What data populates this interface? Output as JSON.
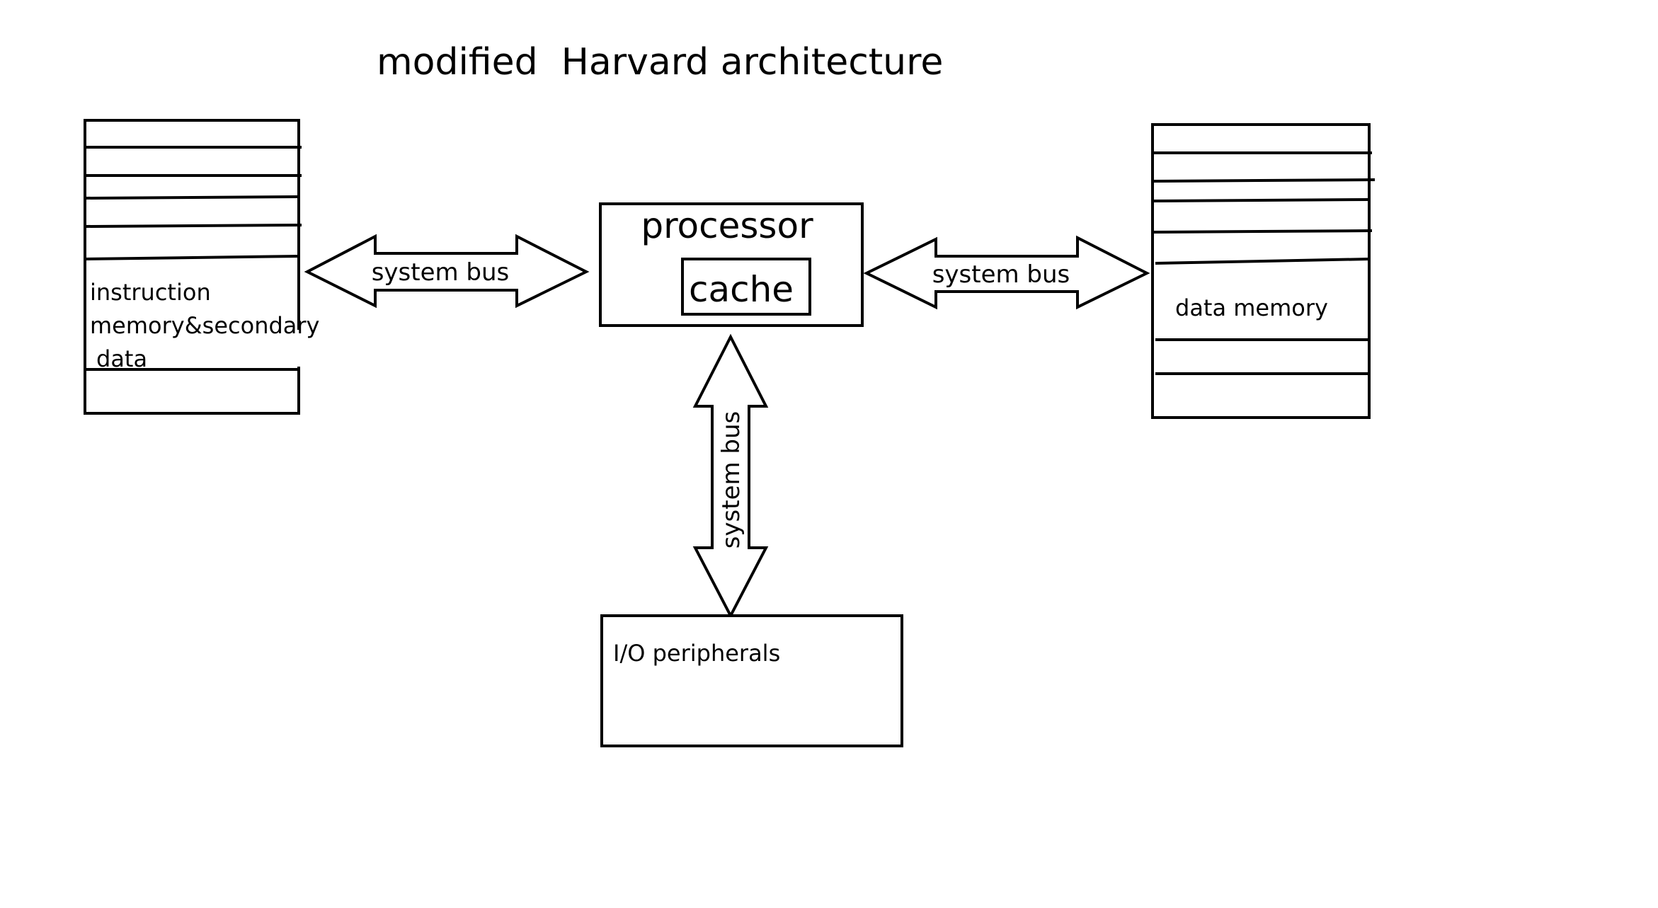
{
  "title": "modified  Harvard architecture",
  "instruction_memory": {
    "label_line1": "instruction",
    "label_line2": "memory&secondary",
    "label_line3": "data"
  },
  "processor": {
    "label": "processor",
    "cache_label": "cache"
  },
  "data_memory": {
    "label": "data memory"
  },
  "io": {
    "label": "I/O peripherals"
  },
  "buses": {
    "left": "system bus",
    "right": "system bus",
    "vertical": "system bus"
  },
  "colors": {
    "stroke": "#000000",
    "background": "#ffffff"
  }
}
